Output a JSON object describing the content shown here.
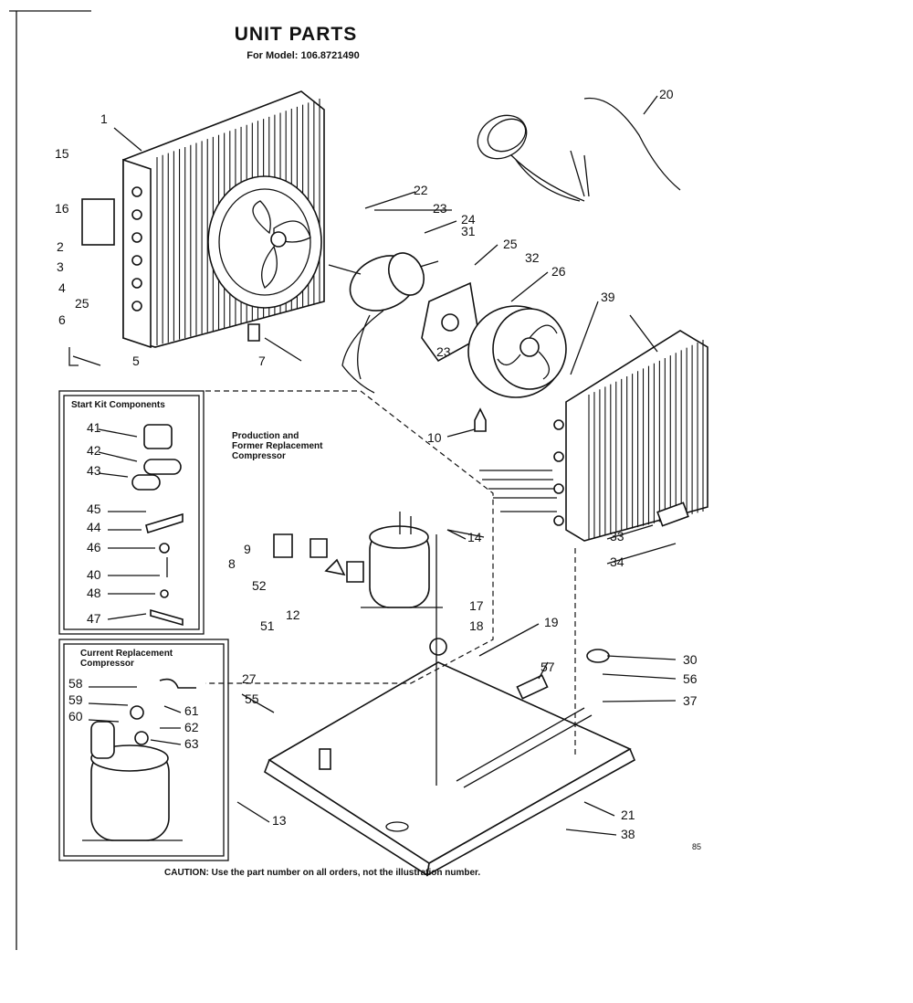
{
  "diagram": {
    "title": "UNIT PARTS",
    "subtitle": "For Model: 106.8721490",
    "caution": "CAUTION: Use the part number on all orders, not the illustration number.",
    "corner_stamp": "85"
  },
  "boxes": {
    "start_kit": "Start Kit Components",
    "production": [
      "Production and",
      "Former Replacement",
      "Compressor"
    ],
    "current": [
      "Current Replacement",
      "Compressor"
    ]
  },
  "callouts": [
    "1",
    "2",
    "3",
    "4",
    "5",
    "6",
    "7",
    "8",
    "9",
    "10",
    "12",
    "13",
    "14",
    "15",
    "16",
    "17",
    "18",
    "19",
    "20",
    "21",
    "22",
    "23",
    "23",
    "24",
    "25",
    "25",
    "26",
    "27",
    "30",
    "31",
    "32",
    "33",
    "34",
    "37",
    "38",
    "39",
    "40",
    "41",
    "42",
    "43",
    "44",
    "45",
    "46",
    "47",
    "48",
    "51",
    "52",
    "55",
    "56",
    "57",
    "58",
    "59",
    "60",
    "61",
    "62",
    "63"
  ]
}
